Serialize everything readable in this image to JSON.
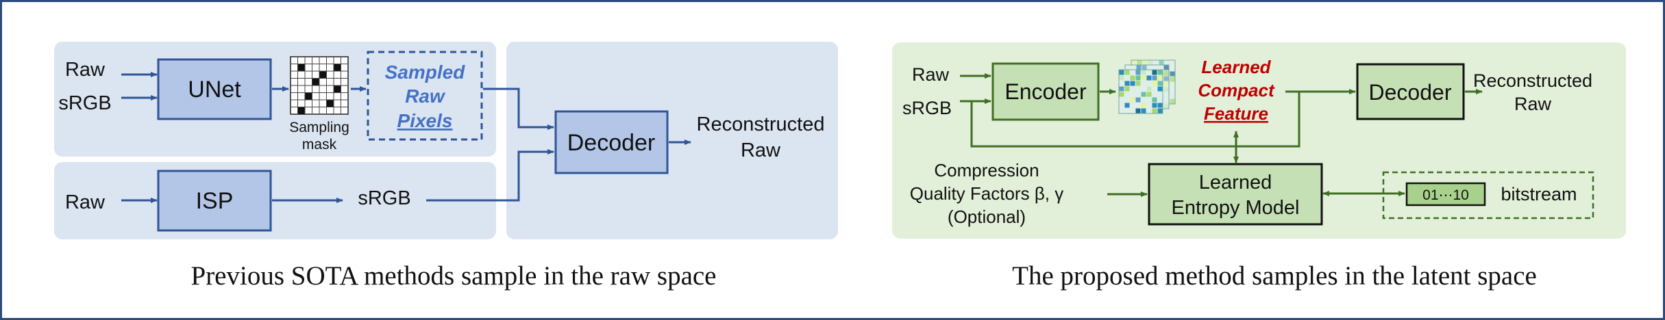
{
  "left": {
    "inputs": {
      "raw": "Raw",
      "srgb": "sRGB"
    },
    "unet": "UNet",
    "sampling_mask": [
      "Sampling",
      "mask"
    ],
    "sampled_pixels": [
      "Sampled",
      "Raw",
      "Pixels"
    ],
    "isp_raw": "Raw",
    "isp": "ISP",
    "isp_srgb": "sRGB",
    "decoder": "Decoder",
    "output": [
      "Reconstructed",
      "Raw"
    ],
    "caption": "Previous SOTA methods sample in the raw space"
  },
  "right": {
    "inputs": {
      "raw": "Raw",
      "srgb": "sRGB"
    },
    "encoder": "Encoder",
    "feature": [
      "Learned",
      "Compact",
      "Feature"
    ],
    "decoder": "Decoder",
    "output": [
      "Reconstructed",
      "Raw"
    ],
    "quality": [
      "Compression",
      "Quality Factors β, γ",
      "(Optional)"
    ],
    "entropy": [
      "Learned",
      "Entropy Model"
    ],
    "bits": "01⋯10",
    "bitstream": "bitstream",
    "caption": "The proposed method samples in the latent space"
  },
  "colors": {
    "left_panel": "#dbe4f1",
    "left_box": "#b3c6e8",
    "left_stroke": "#2f5597",
    "left_accent": "#4472c4",
    "right_panel": "#e2efd9",
    "right_box": "#c5e0b4",
    "right_stroke": "#3f6f24",
    "feature_text": "#c00000"
  }
}
